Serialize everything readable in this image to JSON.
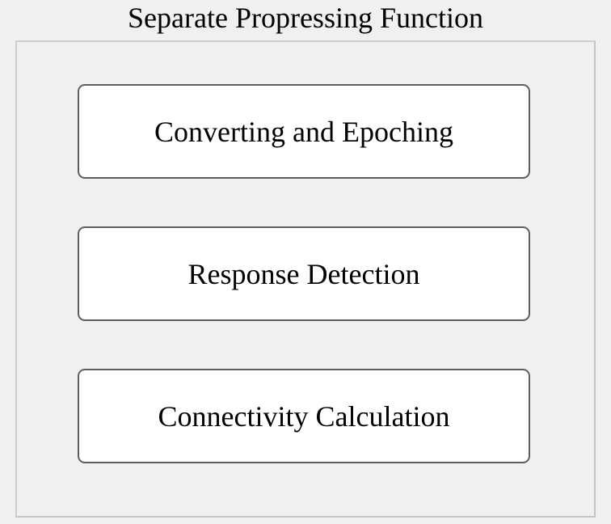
{
  "panel": {
    "title": "Separate Propressing Function",
    "buttons": [
      {
        "label": "Converting and Epoching"
      },
      {
        "label": "Response Detection"
      },
      {
        "label": "Connectivity Calculation"
      }
    ]
  }
}
